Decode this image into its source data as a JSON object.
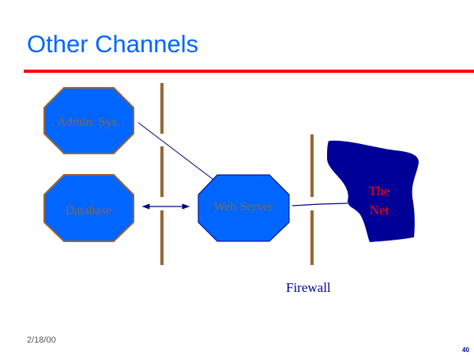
{
  "slide": {
    "title": "Other Channels",
    "date": "2/18/00",
    "page_number": "40"
  },
  "diagram": {
    "nodes": {
      "admin": "Admin. Sys.",
      "database": "Database",
      "web_server": "Web Server",
      "net_line1": "The",
      "net_line2": "Net"
    },
    "firewall_label": "Firewall",
    "colors": {
      "node_fill": "#0066ff",
      "node_border": "#996633",
      "net_fill": "#000099",
      "net_text": "#ff0000",
      "connector": "#000080",
      "firewall": "#996633",
      "title": "#0066ff",
      "rule": "#ff0000"
    }
  }
}
